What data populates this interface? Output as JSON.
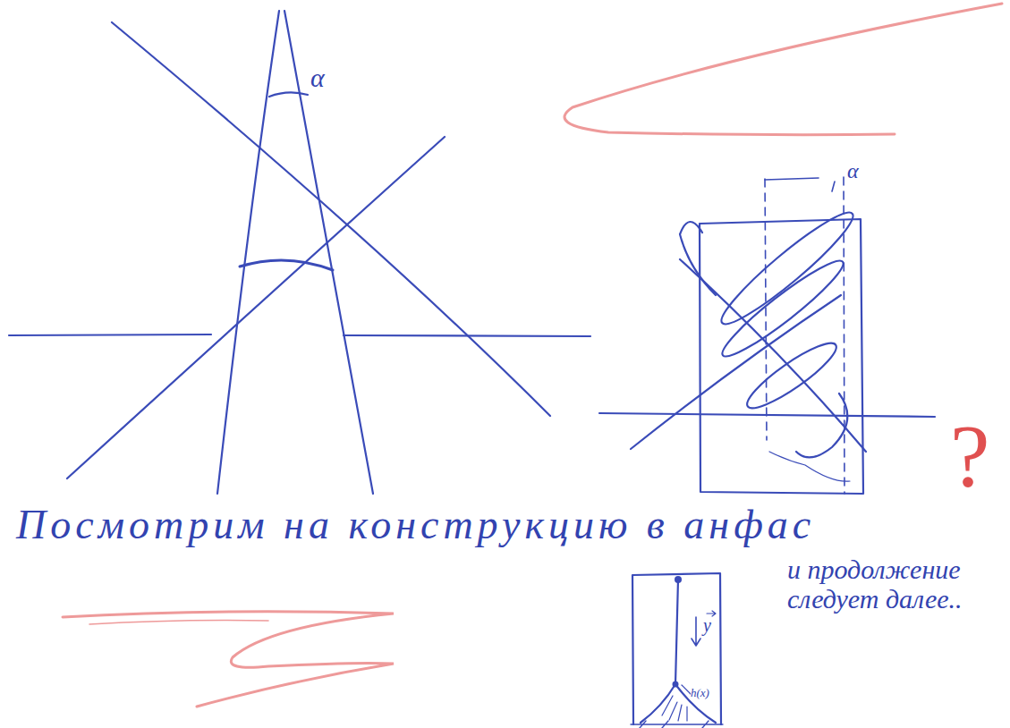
{
  "diagram": {
    "labels": [
      "α",
      "α",
      "?",
      "Посмотрим на конструкцию в анфас",
      "и продолжение следует далее..",
      "y",
      "h(x)"
    ]
  }
}
